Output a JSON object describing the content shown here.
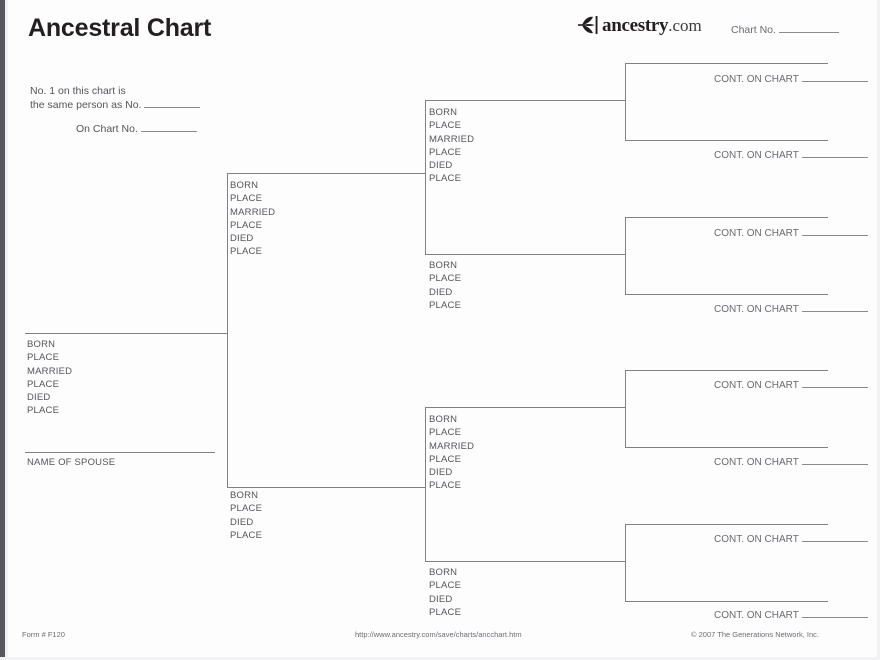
{
  "page": {
    "title": "Ancestral Chart",
    "brand": {
      "mark": "ancestry-leaf-icon",
      "word": "ancestry",
      "tld": ".com"
    },
    "chart_no_label": "Chart No.",
    "note": {
      "line1": "No. 1 on this chart is",
      "line2": "the same person as No.",
      "line3": "On Chart No."
    }
  },
  "labels": {
    "born": "BORN",
    "place": "PLACE",
    "married": "MARRIED",
    "died": "DIED",
    "spouse": "NAME OF SPOUSE",
    "cont_on_chart": "CONT. ON CHART"
  },
  "generations": {
    "gen1": {
      "person": {
        "name_value": "",
        "fields": [
          "BORN",
          "PLACE",
          "MARRIED",
          "PLACE",
          "DIED",
          "PLACE"
        ],
        "spouse_label": "NAME OF SPOUSE",
        "spouse_value": ""
      }
    },
    "gen2": [
      {
        "slot": "father",
        "fields": [
          "BORN",
          "PLACE",
          "MARRIED",
          "PLACE",
          "DIED",
          "PLACE"
        ]
      },
      {
        "slot": "mother",
        "fields": [
          "BORN",
          "PLACE",
          "DIED",
          "PLACE"
        ]
      }
    ],
    "gen3": [
      {
        "slot": "paternal-grandfather",
        "fields": [
          "BORN",
          "PLACE",
          "MARRIED",
          "PLACE",
          "DIED",
          "PLACE"
        ]
      },
      {
        "slot": "paternal-grandmother",
        "fields": [
          "BORN",
          "PLACE",
          "DIED",
          "PLACE"
        ]
      },
      {
        "slot": "maternal-grandfather",
        "fields": [
          "BORN",
          "PLACE",
          "MARRIED",
          "PLACE",
          "DIED",
          "PLACE"
        ]
      },
      {
        "slot": "maternal-grandmother",
        "fields": [
          "BORN",
          "PLACE",
          "DIED",
          "PLACE"
        ]
      }
    ],
    "gen4": [
      {
        "slot": "great-grandparent-1",
        "label": "CONT. ON CHART",
        "value": ""
      },
      {
        "slot": "great-grandparent-2",
        "label": "CONT. ON CHART",
        "value": ""
      },
      {
        "slot": "great-grandparent-3",
        "label": "CONT. ON CHART",
        "value": ""
      },
      {
        "slot": "great-grandparent-4",
        "label": "CONT. ON CHART",
        "value": ""
      },
      {
        "slot": "great-grandparent-5",
        "label": "CONT. ON CHART",
        "value": ""
      },
      {
        "slot": "great-grandparent-6",
        "label": "CONT. ON CHART",
        "value": ""
      },
      {
        "slot": "great-grandparent-7",
        "label": "CONT. ON CHART",
        "value": ""
      },
      {
        "slot": "great-grandparent-8",
        "label": "CONT. ON CHART",
        "value": ""
      }
    ]
  },
  "footer": {
    "form": "Form # F120",
    "url": "http://www.ancestry.com/save/charts/ancchart.htm",
    "copyright": "© 2007 The Generations Network, Inc."
  },
  "colors": {
    "ink": "#231f20",
    "text": "#55555b",
    "rule": "#808087",
    "page": "#fdfdfd"
  }
}
